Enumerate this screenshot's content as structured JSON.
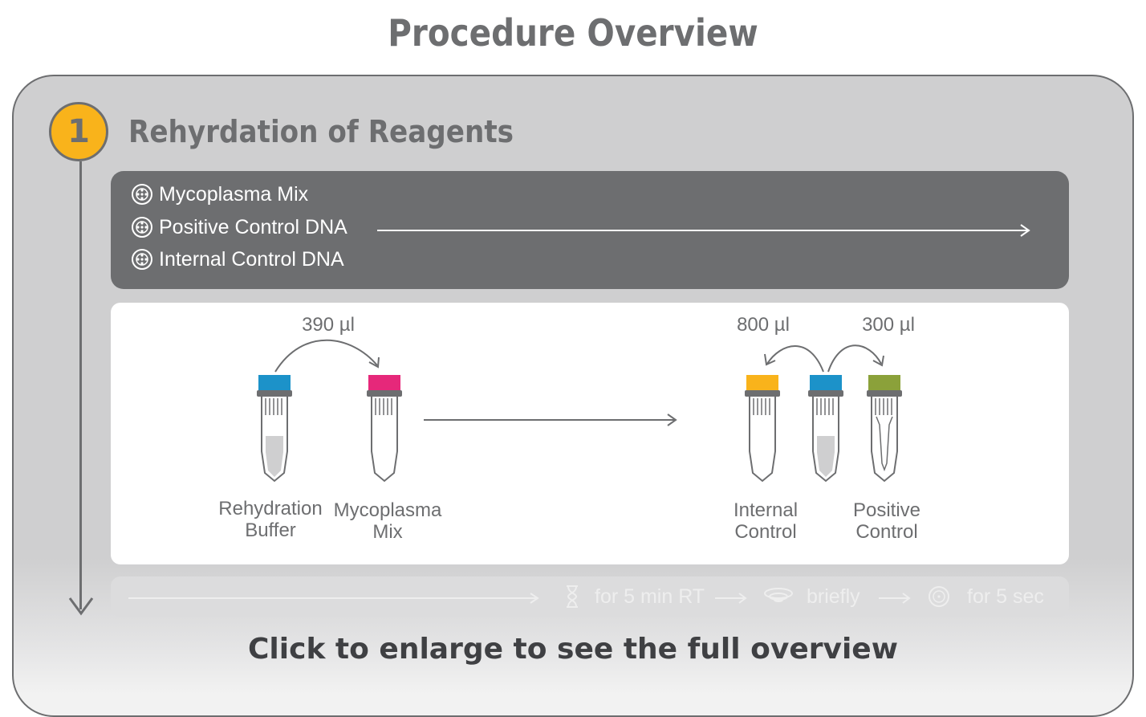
{
  "title": "Procedure Overview",
  "step": {
    "number": "1",
    "title": "Rehyrdation of Reagents"
  },
  "reagents": [
    "Mycoplasma Mix",
    "Positive Control DNA",
    "Internal Control DNA"
  ],
  "volumes": {
    "buffer_to_mix": "390 µl",
    "to_internal": "800 µl",
    "to_positive": "300 µl"
  },
  "tube_labels": {
    "rehydration_buffer": [
      "Rehydration",
      "Buffer"
    ],
    "mycoplasma_mix": [
      "Mycoplasma",
      "Mix"
    ],
    "internal_control": [
      "Internal",
      "Control"
    ],
    "positive_control": [
      "Positive",
      "Control"
    ]
  },
  "next_step": {
    "incubate": "for 5 min RT",
    "spin": "briefly",
    "vortex": "for 5 sec"
  },
  "cta": "Click to enlarge to see the full overview",
  "colors": {
    "accent": "#f9b31b",
    "dark": "#6d6e70",
    "cap_blue": "#1c92c9",
    "cap_pink": "#e6287a",
    "cap_yellow": "#f9b31b",
    "cap_green": "#8ba13a"
  },
  "icons": {
    "vortex": "vortex-icon",
    "hourglass": "hourglass-icon",
    "centrifuge": "centrifuge-icon"
  }
}
